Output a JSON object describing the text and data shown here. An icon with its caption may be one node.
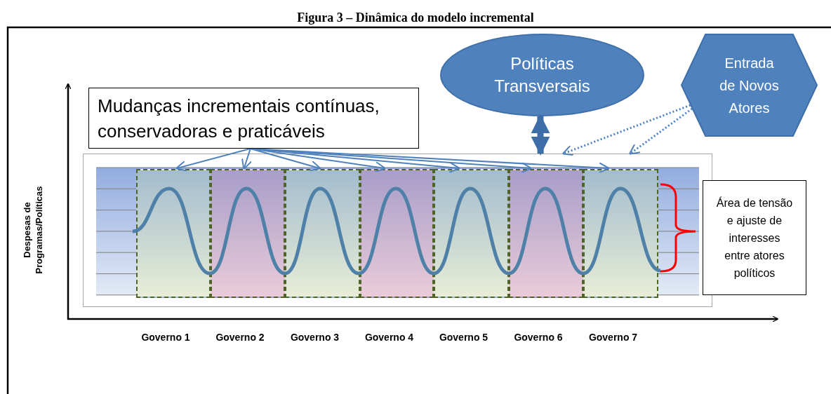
{
  "diagram": {
    "title": "Figura 3 – Dinâmica do modelo incremental",
    "nodes": [
      {
        "text": [
          "Mudanças incrementais contínuas, conservadoras e praticáveis"
        ]
      },
      {
        "text": [
          "Políticas Transversais"
        ]
      },
      {
        "text": [
          "Entrada de Novos Atores"
        ]
      },
      {
        "text": [],
        "shape": "box"
      },
      {
        "text": [],
        "shape": "box",
        "in": 3
      },
      {
        "text": [],
        "shape": "box",
        "in": 3
      },
      {
        "text": [],
        "shape": "box",
        "in": 3
      },
      {
        "text": [],
        "shape": "box",
        "in": 3
      },
      {
        "text": [],
        "shape": "box",
        "in": 3
      },
      {
        "text": [],
        "shape": "box",
        "in": 3
      },
      {
        "text": [],
        "shape": "box",
        "in": 3
      },
      {
        "text": [
          "Área de tensão e ajuste de interesses entre atores políticos"
        ]
      }
    ],
    "edges": [
      {
        "from": 0,
        "to": 4,
        "arrow": "to"
      },
      {
        "from": 0,
        "to": 5,
        "arrow": "to"
      },
      {
        "from": 0,
        "to": 6,
        "arrow": "to"
      },
      {
        "from": 0,
        "to": 7,
        "arrow": "to"
      },
      {
        "from": 0,
        "to": 8,
        "arrow": "to"
      },
      {
        "from": 0,
        "to": 9,
        "arrow": "to"
      },
      {
        "from": 0,
        "to": 10,
        "arrow": "to"
      },
      {
        "from": 1,
        "to": 3,
        "arrow": "both",
        "style": "thick"
      },
      {
        "from": 2,
        "to": 3,
        "arrow": "to",
        "style": "dashed"
      },
      {
        "from": 2,
        "to": 3,
        "arrow": "to",
        "style": "dashed"
      }
    ],
    "labels": [
      "Despesas de Programas/Políticas",
      "Governo 1",
      "Governo 2",
      "Governo 3",
      "Governo 4",
      "Governo 5",
      "Governo 6",
      "Governo 7"
    ]
  }
}
